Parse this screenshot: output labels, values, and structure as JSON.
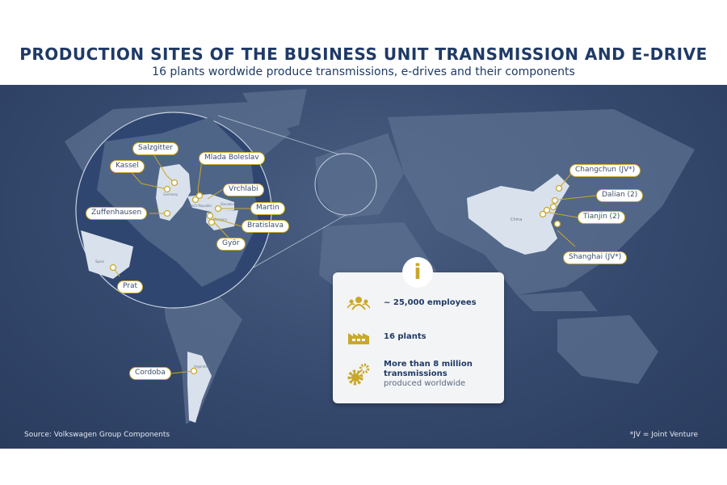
{
  "title": "PRODUCTION SITES OF THE BUSINESS UNIT TRANSMISSION AND E-DRIVE",
  "subtitle": "16 plants wordwide produce transmissions, e-drives and their components",
  "sites": {
    "salzgitter": "Salzgitter",
    "kassel": "Kassel",
    "mlada": "Mlada Boleslav",
    "vrchlabi": "Vrchlabi",
    "zuffenhausen": "Zuffenhausen",
    "martin": "Martin",
    "bratislava": "Bratislava",
    "gyor": "Györ",
    "prat": "Prat",
    "cordoba": "Cordoba",
    "changchun": "Changchun (JV*)",
    "dalian": "Dalian (2)",
    "tianjin": "Tianjin (2)",
    "shanghai": "Shanghai (JV*)"
  },
  "countries": {
    "germany": "Germany",
    "czech": "Czech Republic",
    "slovakia": "Slovakia",
    "hungary": "Hungary",
    "spain": "Spain",
    "china": "China",
    "argentina": "Argentina"
  },
  "info": {
    "icon": "i",
    "employees": "~ 25,000 employees",
    "plants": "16 plants",
    "output_bold": "More than 8 million transmissions",
    "output_rest": "produced worldwide"
  },
  "footer": {
    "source": "Source: Volkswagen Group Components",
    "jv_note": "*JV = Joint Venture"
  },
  "colors": {
    "accent": "#c9a82a",
    "title": "#1f3a66",
    "ocean": "#34496d",
    "land": "#5c7090",
    "highlight": "#d9e2ec"
  }
}
